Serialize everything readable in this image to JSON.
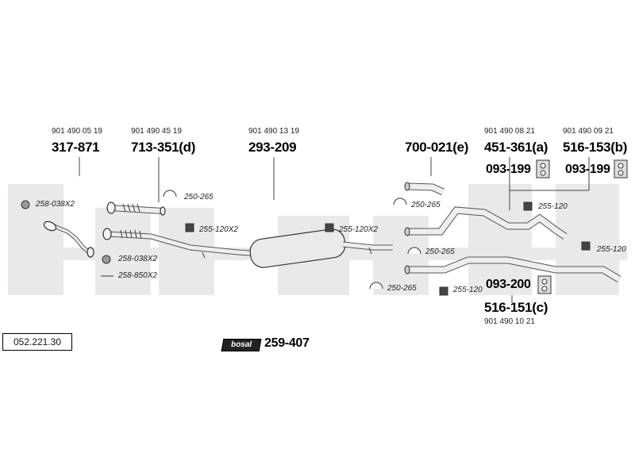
{
  "catalog_number": "052.221.30",
  "brand": {
    "logo_text": "bosal",
    "kit_number": "259-407"
  },
  "columns": [
    {
      "oem": "901 490 05 19",
      "part": "317-871"
    },
    {
      "oem": "901 490 45 19",
      "part": "713-351(d)"
    },
    {
      "oem": "901 490 13 19",
      "part": "293-209"
    },
    {
      "oem": "",
      "part": "700-021(e)"
    },
    {
      "oem": "901 490 08 21",
      "part": "451-361(a)"
    },
    {
      "oem": "901 490 09 21",
      "part": "516-153(b)"
    }
  ],
  "bottom_part": {
    "part": "516-151(c)",
    "oem": "901 490 10 21"
  },
  "hanger_labels": [
    "093-199",
    "093-199",
    "093-200"
  ],
  "accessories": [
    "258-038X2",
    "250-265",
    "255-120X2",
    "258-038X2",
    "258-850X2",
    "255-120X2",
    "250-265",
    "255-120",
    "250-265",
    "255-120",
    "250-265",
    "255-120"
  ]
}
